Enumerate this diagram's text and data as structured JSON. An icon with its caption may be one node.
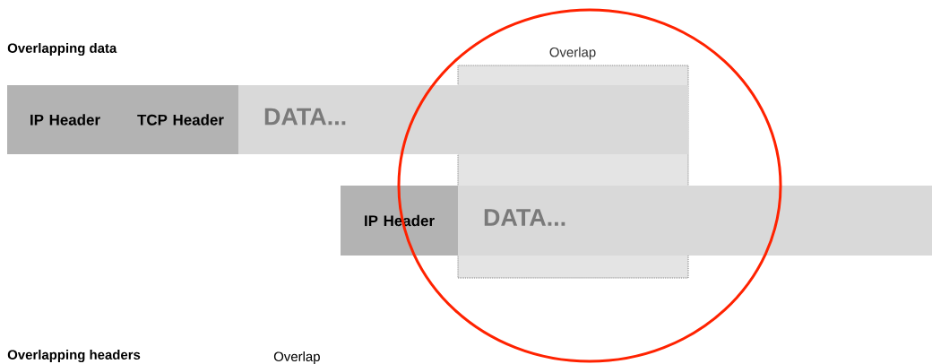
{
  "diagram": {
    "nodes": [
      {
        "text": [
          "Overlap"
        ]
      },
      {
        "text": [
          "IP Header"
        ]
      },
      {
        "text": [
          "TCP Header"
        ]
      },
      {
        "text": [
          "DATA..."
        ]
      },
      {
        "text": [
          "IP Header"
        ]
      },
      {
        "text": [
          "DATA..."
        ]
      }
    ],
    "labels": [
      "Overlapping data",
      "Overlapping headers",
      "Overlap"
    ]
  }
}
